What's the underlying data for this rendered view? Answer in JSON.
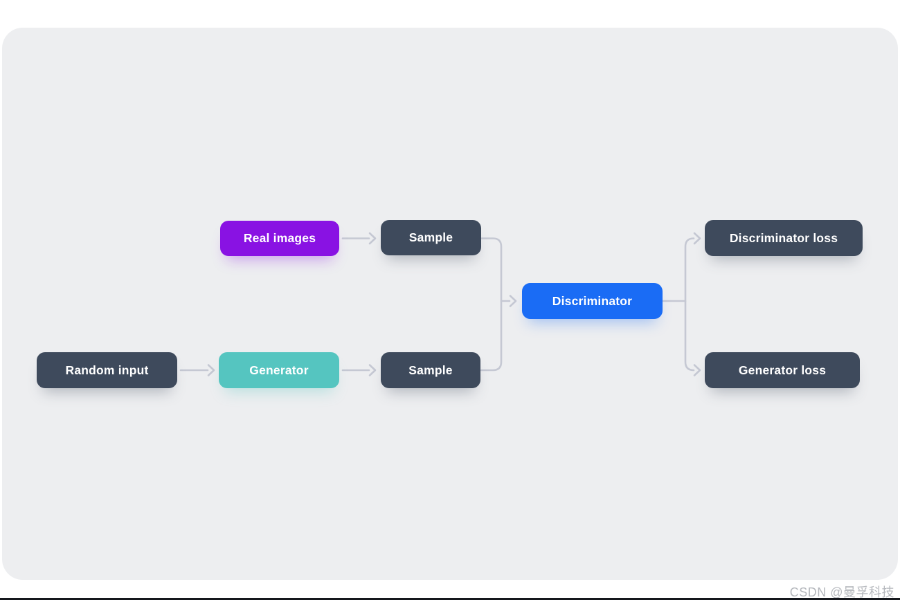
{
  "diagram": {
    "type": "flowchart",
    "subject": "GAN training architecture",
    "nodes": [
      {
        "id": "real-images",
        "label": "Real images",
        "color": "#8912e3"
      },
      {
        "id": "sample-top",
        "label": "Sample",
        "color": "#3e4a5c"
      },
      {
        "id": "random-input",
        "label": "Random input",
        "color": "#3e4a5c"
      },
      {
        "id": "generator",
        "label": "Generator",
        "color": "#55c5c0"
      },
      {
        "id": "sample-bottom",
        "label": "Sample",
        "color": "#3e4a5c"
      },
      {
        "id": "discriminator",
        "label": "Discriminator",
        "color": "#1a6cf5"
      },
      {
        "id": "discriminator-loss",
        "label": "Discriminator loss",
        "color": "#3e4a5c"
      },
      {
        "id": "generator-loss",
        "label": "Generator loss",
        "color": "#3e4a5c"
      }
    ],
    "edges": [
      {
        "from": "real-images",
        "to": "sample-top"
      },
      {
        "from": "random-input",
        "to": "generator"
      },
      {
        "from": "generator",
        "to": "sample-bottom"
      },
      {
        "from": "sample-top",
        "to": "discriminator"
      },
      {
        "from": "sample-bottom",
        "to": "discriminator"
      },
      {
        "from": "discriminator",
        "to": "discriminator-loss"
      },
      {
        "from": "discriminator",
        "to": "generator-loss"
      }
    ],
    "colors": {
      "canvas": "#edeef0",
      "page_background": "#ffffff",
      "connector": "#c5c8d3",
      "node_text": "#ffffff",
      "watermark": "#b5b8bd",
      "bottom_line": "#15181d"
    }
  },
  "watermark": {
    "text": "CSDN @曼孚科技"
  }
}
